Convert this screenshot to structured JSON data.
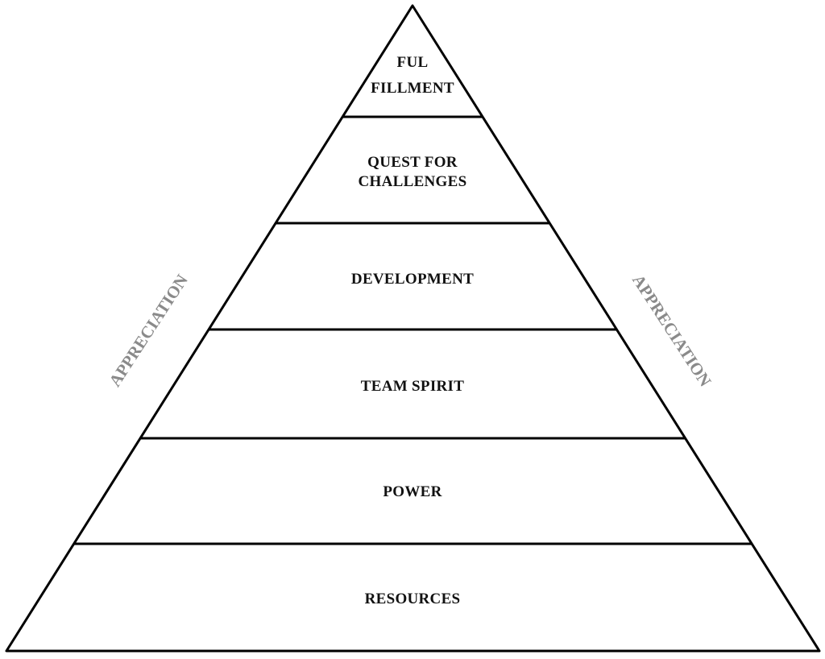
{
  "diagram": {
    "levels": [
      {
        "lines": [
          "FUL",
          "FILLMENT"
        ]
      },
      {
        "lines": [
          "QUEST FOR",
          "CHALLENGES"
        ]
      },
      {
        "lines": [
          "DEVELOPMENT"
        ]
      },
      {
        "lines": [
          "TEAM SPIRIT"
        ]
      },
      {
        "lines": [
          "POWER"
        ]
      },
      {
        "lines": [
          "RESOURCES"
        ]
      }
    ],
    "side_label_left": "APPRECIATION",
    "side_label_right": "APPRECIATION",
    "colors": {
      "outline": "#000000",
      "side_text": "#8a8a8a",
      "level_text": "#111111"
    }
  }
}
